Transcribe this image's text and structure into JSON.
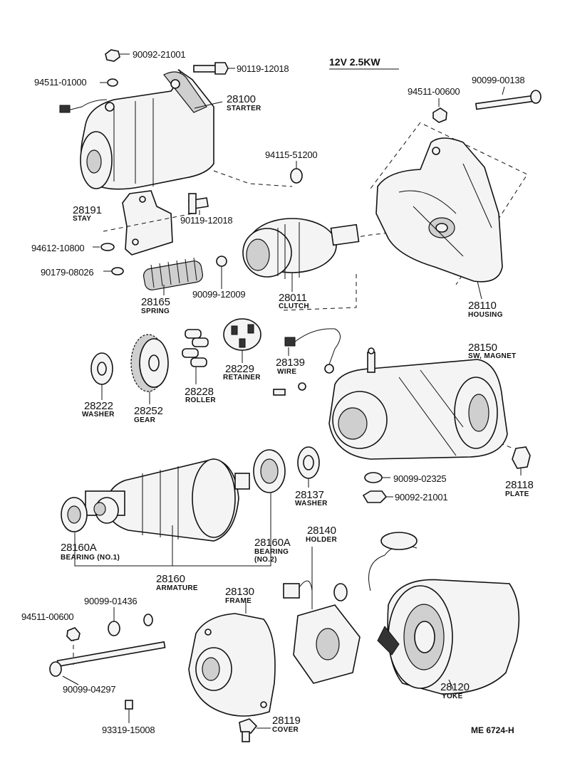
{
  "header": {
    "spec": "12V 2.5KW",
    "code": "ME  6724-H"
  },
  "parts": {
    "p90092_21001_top": "90092-21001",
    "p90119_12018_top": "90119-12018",
    "p94511_01000": "94511-01000",
    "p28100": "28100",
    "n28100": "STARTER",
    "p94511_00600_top": "94511-00600",
    "p90099_00138": "90099-00138",
    "p94115_51200": "94115-51200",
    "p28191": "28191",
    "n28191": "STAY",
    "p90119_12018_mid": "90119-12018",
    "p94612_10800": "94612-10800",
    "p90179_08026": "90179-08026",
    "p28165": "28165",
    "n28165": "SPRING",
    "p90099_12009": "90099-12009",
    "p28011": "28011",
    "n28011": "CLUTCH",
    "p28110": "28110",
    "n28110": "HOUSING",
    "p28150": "28150",
    "n28150": "SW, MAGNET",
    "p28139": "28139",
    "n28139": "WIRE",
    "p28229": "28229",
    "n28229": "RETAINER",
    "p28228": "28228",
    "n28228": "ROLLER",
    "p28222": "28222",
    "n28222": "WASHER",
    "p28252": "28252",
    "n28252": "GEAR",
    "p28118": "28118",
    "n28118": "PLATE",
    "p90099_02325": "90099-02325",
    "p90092_21001_bot": "90092-21001",
    "p28137": "28137",
    "n28137": "WASHER",
    "p28160A_1": "28160A",
    "n28160A_1": "BEARING (NO.1)",
    "p28160A_2": "28160A",
    "n28160A_2a": "BEARING",
    "n28160A_2b": "(NO.2)",
    "p28160": "28160",
    "n28160": "ARMATURE",
    "p28140": "28140",
    "n28140": "HOLDER",
    "p28130": "28130",
    "n28130": "FRAME",
    "p90099_01436": "90099-01436",
    "p94511_00600_bot": "94511-00600",
    "p90099_04297": "90099-04297",
    "p93319_15008": "93319-15008",
    "p28119": "28119",
    "n28119": "COVER",
    "p28120": "28120",
    "n28120": "YOKE"
  }
}
